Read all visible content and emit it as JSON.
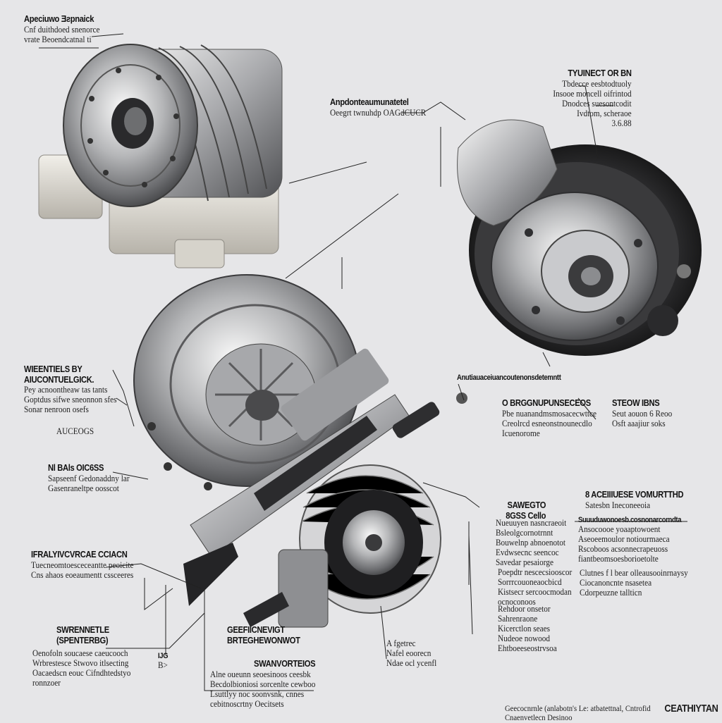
{
  "callouts": {
    "c1": {
      "head": "Apeciuwo Ǝƨpnaick",
      "lines": [
        "Cnf duithdoed snenorce",
        "vrate Beoendcatnal ti"
      ]
    },
    "c2": {
      "head": "Anpdonteaumunatetel",
      "lines": [
        "Oeegrt twnuhdp OAGdCUCR"
      ]
    },
    "c3": {
      "head": "TYUINECT OR BN",
      "lines": [
        "Tbdecce eesbtodtuoly",
        "Insooe moncell oifrintod",
        "Dnodces suesontcodit",
        "Ivdtom, scheraoe",
        "3.6.88"
      ]
    },
    "c4": {
      "head": "WIEENTIELS BY",
      "lines": [
        "AIUCONTUELGICK.",
        "Pey acnoontheaw tas tants",
        "Goptdus sifwe sneonnon sfes",
        "Sonar nenroon osefs"
      ]
    },
    "c5": {
      "head": "",
      "lines": [
        "AUCEOGS"
      ]
    },
    "c6": {
      "head": "Anutiauaceiuancoutenonsdetemntt",
      "lines": []
    },
    "c7": {
      "head": "O BRGGNUPUNSECEOS",
      "lines": [
        "Pbe nuanandmsmosacecwttce",
        "Creolrcd esneonstnounecdlo",
        "Icuenorome"
      ]
    },
    "c8": {
      "head": "STEOW IBNS",
      "lines": [
        "Seut aouon 6 Reoo",
        "Osft aaajiur soks"
      ]
    },
    "c9": {
      "head": "Nl BAls OIC6SS",
      "lines": [
        "Sapseenf Gedonaddny lar",
        "Gasenraneltpe oosscot"
      ]
    },
    "c10": {
      "head": "8 ACEIIIUESE VOMURTTHD",
      "lines": [
        "Satesbn Ineconeeoia"
      ]
    },
    "c11": {
      "head": "SAWEGTO",
      "lines": [
        "8GSS Cello"
      ]
    },
    "c12": {
      "head": "",
      "lines": [
        "Nueuuyen nasncraeoit",
        "Bsleolgcornotrnnt",
        "Bouwelnp abnoenotot",
        "Evdwsecnc seencoc",
        "Savedar pesaiorge"
      ]
    },
    "c13": {
      "head": "Suuuduwonoesb.cosnonarcorndta",
      "lines": [
        "Ansocoooe yoaaptowoent",
        "Aseoeemoulor notiourmaeca",
        "Rscoboos acsonnecrapeuoss",
        "fiantbeomsoesborioetolte"
      ]
    },
    "c14": {
      "head": "",
      "lines": [
        "Clutnes f l bear olleausooinrnaysy",
        "Ciocanoncnte nsasetea",
        "Cdorpeuzne tallticn"
      ]
    },
    "c15": {
      "head": "IFRALYIVCVRCAE CCIACN",
      "lines": [
        "Tuecneomtoesceceantte peoicite",
        "Cns ahaos eoeaumentt cssceeres"
      ]
    },
    "c16": {
      "head": "",
      "lines": [
        "Poepdtr nescecsiooscor",
        "Sorrrcouoneaocbicd",
        "Kistsecr sercoocmodan",
        "ocnoconoos"
      ]
    },
    "c17": {
      "head": "",
      "lines": [
        "Rehdoor onsetor",
        "Sahrenraone",
        "Kicerctlon seaes",
        "Nudeoe nowood",
        "Ehtboeeseostrvsoa"
      ]
    },
    "c18": {
      "head": "SWRENNETLE",
      "lines": [
        "(SPENTERBG)"
      ]
    },
    "c19": {
      "head": "",
      "lines": [
        "Oenofoln soucaese caeucooch",
        "Wrbrestesce Stwovo itlsecting",
        "Oacaedscn eouc Cifndhtedstyo",
        "ronnzoer"
      ]
    },
    "c20": {
      "head": "IJG",
      "lines": [
        "B>"
      ]
    },
    "c21": {
      "head": "GEEFIICNEVIGT",
      "lines": [
        "BRTEGHEWONWOT"
      ]
    },
    "c22": {
      "head": "SWANVORTEIOS",
      "lines": [
        "Alne oueunn seoesinoos ceesbk",
        "Becdolbioniosi sorcenlte cewboo",
        "Lsuttlyy noc soonvsnk, cnnes",
        "cebitnoscrtny Oecitsets"
      ]
    },
    "c23": {
      "head": "",
      "lines": [
        "A fgetrec",
        "Nafel eoorecn",
        "Ndae ocl ycenfl"
      ]
    }
  },
  "footnote": {
    "lines": [
      "Geecocnrnle (anlabotn's Le: atbatettnal, Cntrofid",
      "Cnaenvetlecn Desinoo"
    ]
  },
  "brand": "CEATHIYTAN",
  "colors": {
    "background": "#e6e6e8",
    "text": "#1b1b1b",
    "metal_light": "#f2f2f2",
    "metal_dark": "#2a2a2a"
  }
}
